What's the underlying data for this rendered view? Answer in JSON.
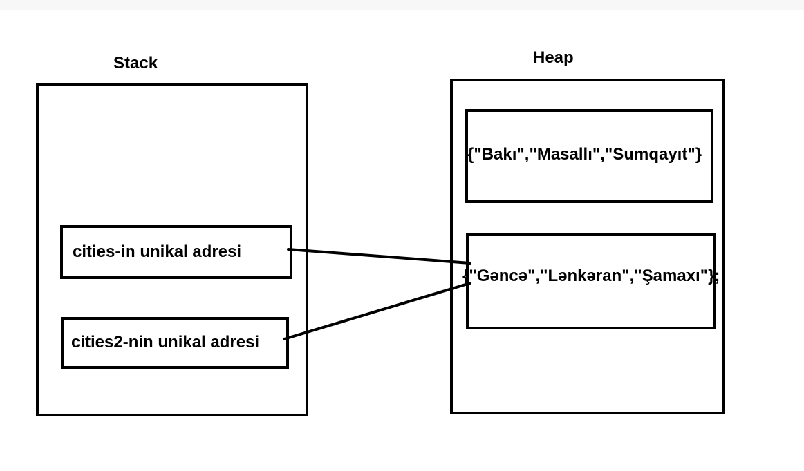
{
  "stack": {
    "title": "Stack",
    "items": [
      {
        "text": "cities-in unikal adresi"
      },
      {
        "text": "cities2-nin unikal adresi"
      }
    ]
  },
  "heap": {
    "title": "Heap",
    "items": [
      {
        "text": "{\"Bakı\",\"Masallı\",\"Sumqayıt\"}"
      },
      {
        "text": "{\"Gəncə\",\"Lənkəran\",\"Şamaxı\"};"
      }
    ]
  },
  "colors": {
    "stroke": "#000000",
    "background": "#ffffff"
  }
}
